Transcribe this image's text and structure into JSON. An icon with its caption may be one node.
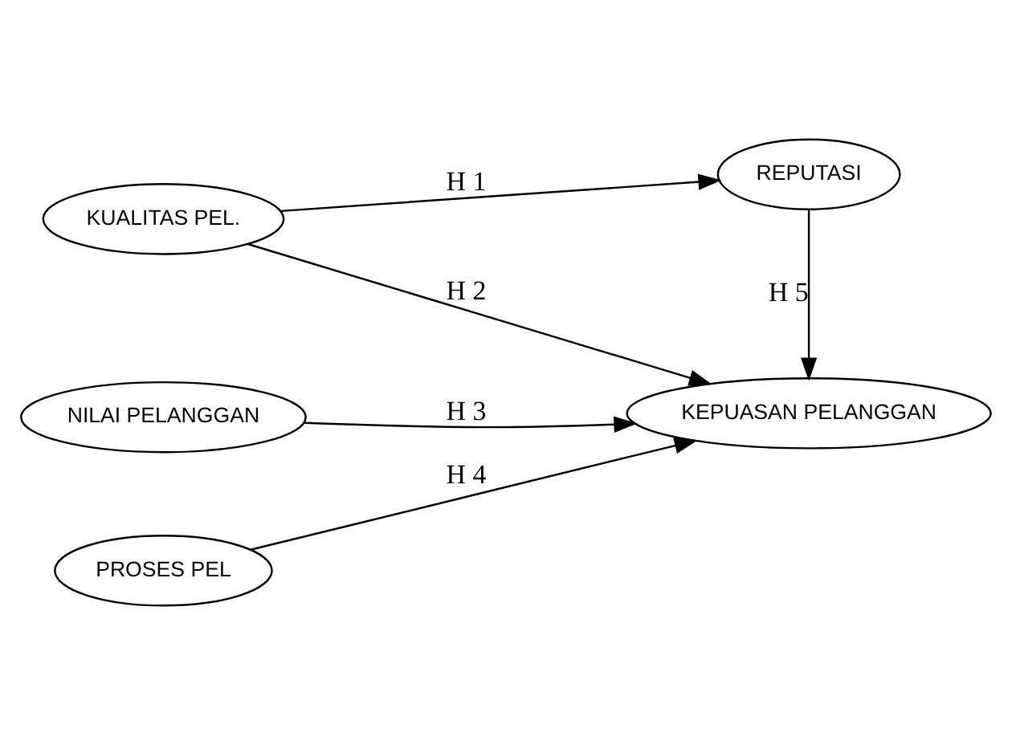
{
  "diagram": {
    "nodes": [
      {
        "text": [
          "KUALITAS PEL."
        ]
      },
      {
        "text": [
          "REPUTASI"
        ]
      },
      {
        "text": [
          "NILAI PELANGGAN"
        ]
      },
      {
        "text": [
          "KEPUASAN PELANGGAN"
        ]
      },
      {
        "text": [
          "PROSES PEL"
        ]
      }
    ],
    "edges": [
      {
        "from": 0,
        "to": 1,
        "arrow": "to",
        "label": "H 1"
      },
      {
        "from": 0,
        "to": 3,
        "arrow": "to",
        "label": "H 2"
      },
      {
        "from": 2,
        "to": 3,
        "arrow": "to",
        "label": "H 3"
      },
      {
        "from": 4,
        "to": 3,
        "arrow": "to",
        "label": "H 4"
      },
      {
        "from": 1,
        "to": 3,
        "arrow": "to",
        "label": "H 5"
      }
    ]
  }
}
